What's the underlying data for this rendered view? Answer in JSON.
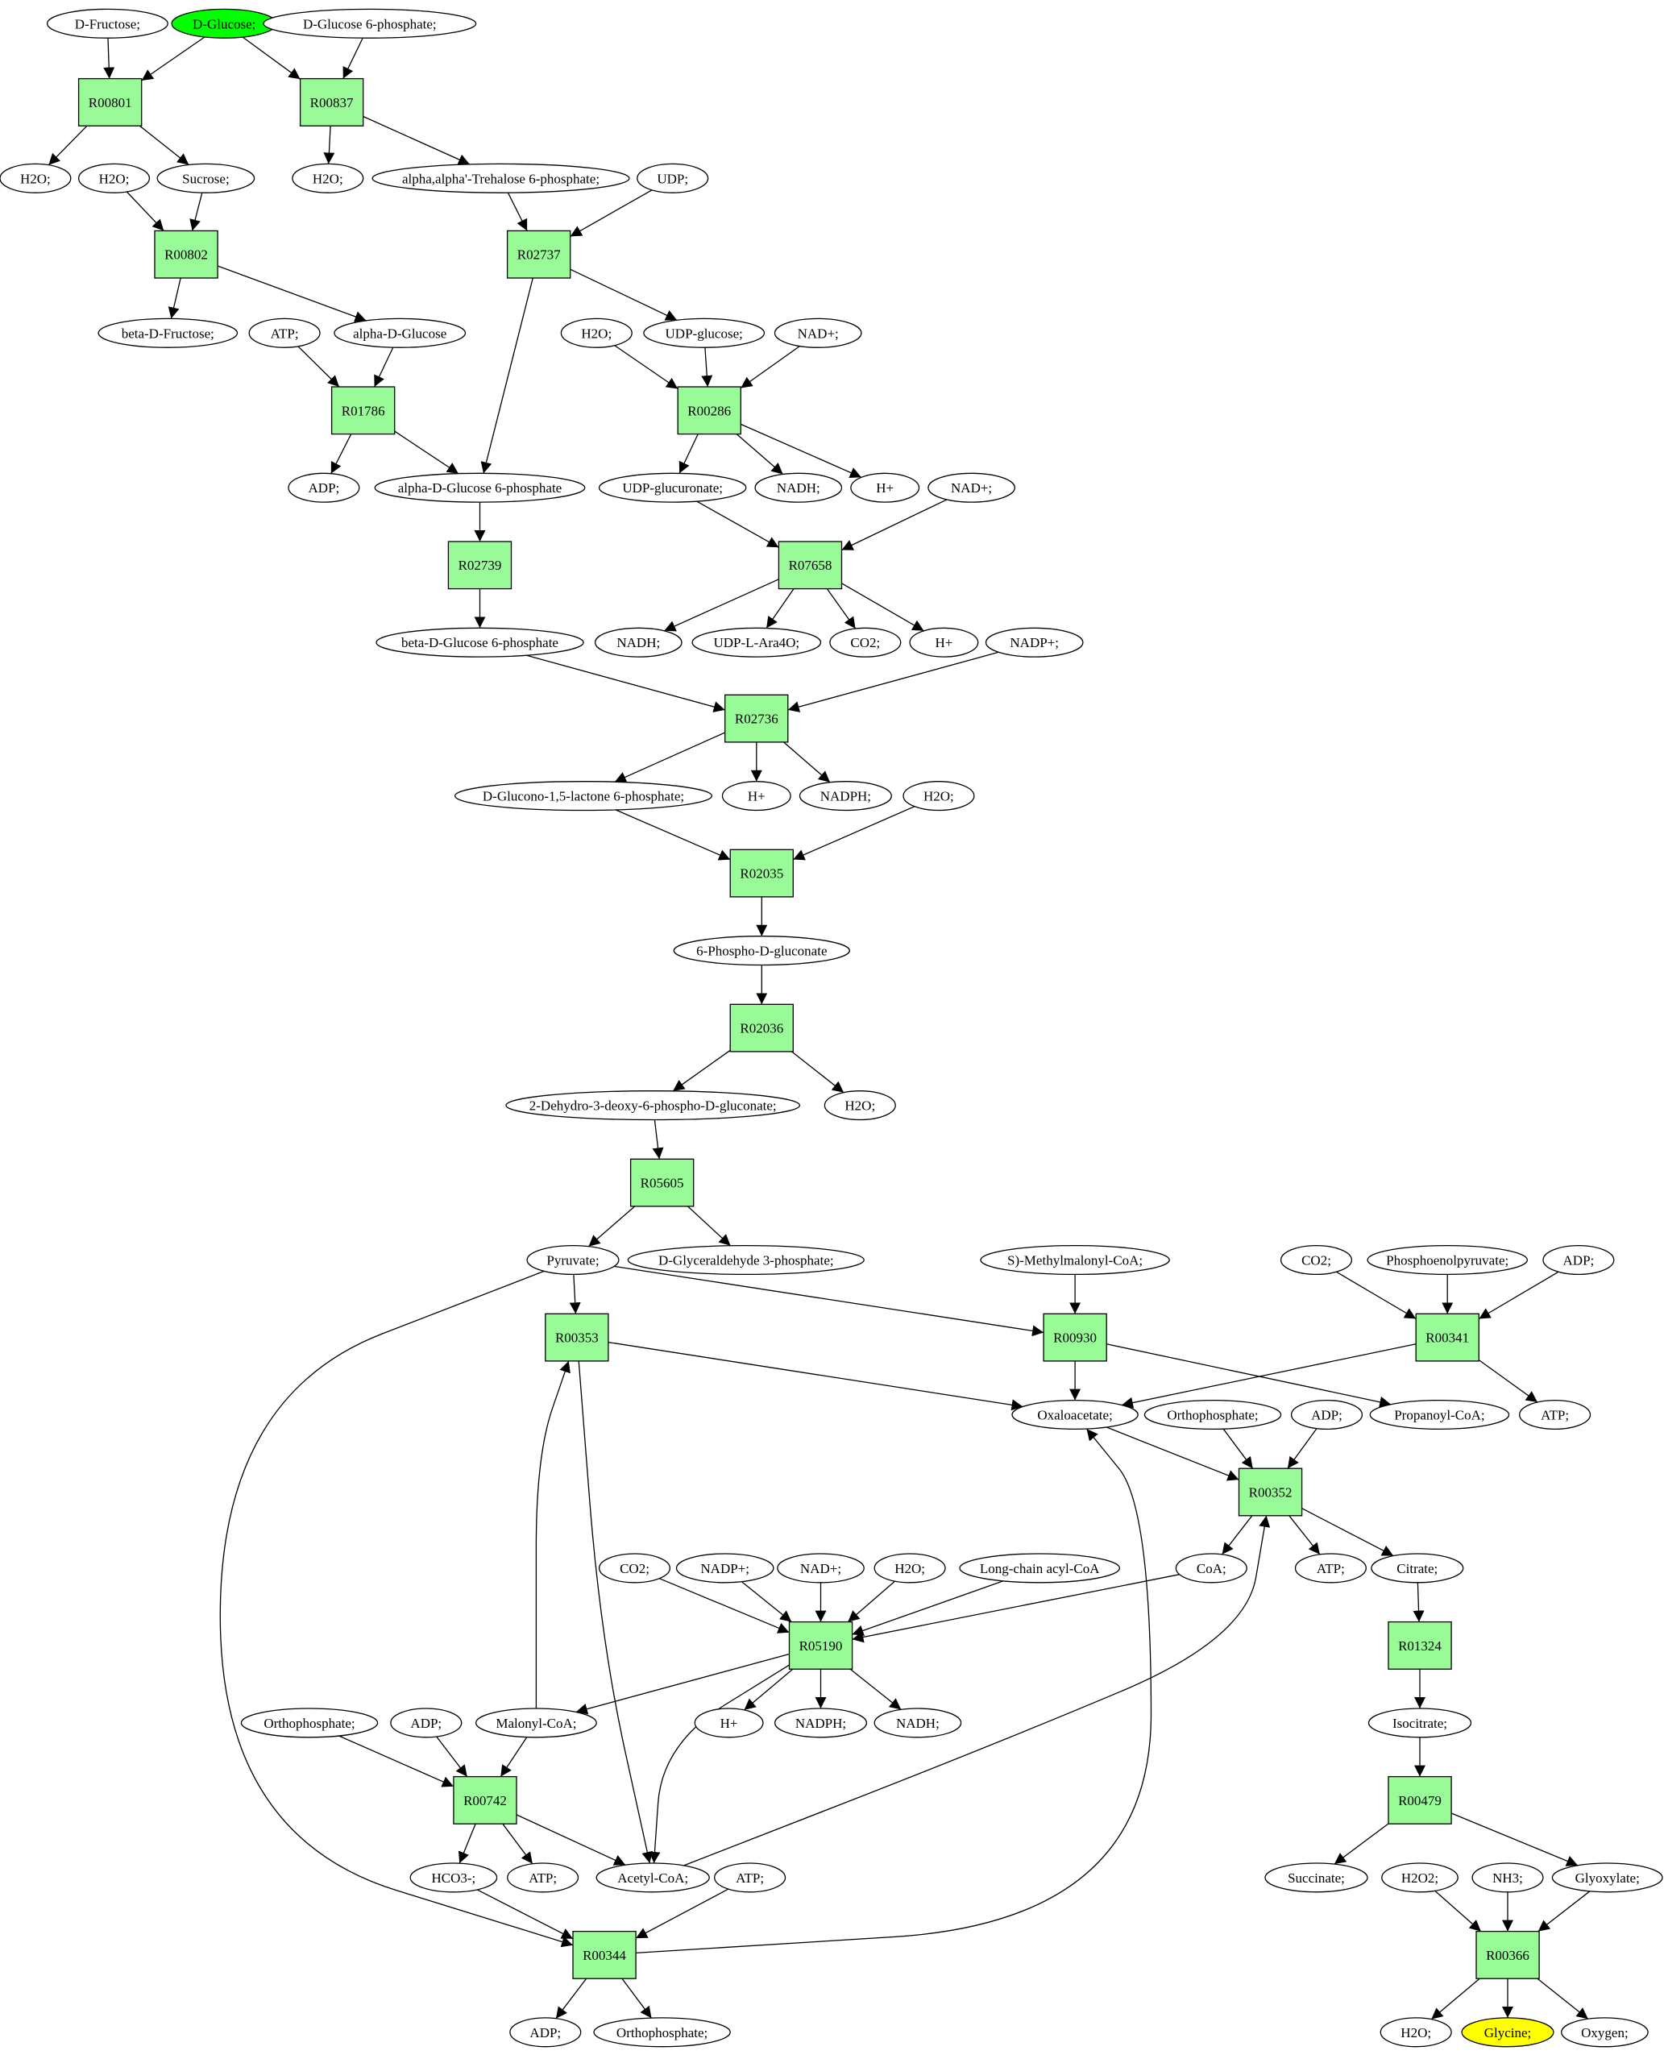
{
  "colors": {
    "reaction_fill": "#98FB98",
    "compound_fill": "#FFFFFF",
    "start_compound_fill": "#00FF00",
    "target_compound_fill": "#FFFF00",
    "stroke": "#000000"
  },
  "nodes": [
    {
      "id": "c_dfructose",
      "label": "D-Fructose;",
      "kind": "compound"
    },
    {
      "id": "c_dglucose",
      "label": "D-Glucose;",
      "kind": "compound",
      "highlight": "start"
    },
    {
      "id": "c_dglc6p_top",
      "label": "D-Glucose 6-phosphate;",
      "kind": "compound"
    },
    {
      "id": "r_R00801",
      "label": "R00801",
      "kind": "reaction"
    },
    {
      "id": "r_R00837",
      "label": "R00837",
      "kind": "reaction"
    },
    {
      "id": "c_h2o_1",
      "label": "H2O;",
      "kind": "compound"
    },
    {
      "id": "c_h2o_2",
      "label": "H2O;",
      "kind": "compound"
    },
    {
      "id": "c_sucrose",
      "label": "Sucrose;",
      "kind": "compound"
    },
    {
      "id": "c_h2o_3",
      "label": "H2O;",
      "kind": "compound"
    },
    {
      "id": "c_trehalose6p",
      "label": "alpha,alpha'-Trehalose 6-phosphate;",
      "kind": "compound"
    },
    {
      "id": "c_udp",
      "label": "UDP;",
      "kind": "compound"
    },
    {
      "id": "r_R00802",
      "label": "R00802",
      "kind": "reaction"
    },
    {
      "id": "r_R02737",
      "label": "R02737",
      "kind": "reaction"
    },
    {
      "id": "c_bdfructose",
      "label": "beta-D-Fructose;",
      "kind": "compound"
    },
    {
      "id": "c_atp_1",
      "label": "ATP;",
      "kind": "compound"
    },
    {
      "id": "c_adglucose",
      "label": "alpha-D-Glucose",
      "kind": "compound"
    },
    {
      "id": "c_h2o_4",
      "label": "H2O;",
      "kind": "compound"
    },
    {
      "id": "c_udpglucose",
      "label": "UDP-glucose;",
      "kind": "compound"
    },
    {
      "id": "c_nad_1",
      "label": "NAD+;",
      "kind": "compound"
    },
    {
      "id": "r_R01786",
      "label": "R01786",
      "kind": "reaction"
    },
    {
      "id": "r_R00286",
      "label": "R00286",
      "kind": "reaction"
    },
    {
      "id": "c_adp_1",
      "label": "ADP;",
      "kind": "compound"
    },
    {
      "id": "c_adg6p",
      "label": "alpha-D-Glucose 6-phosphate",
      "kind": "compound"
    },
    {
      "id": "c_udpglucuronate",
      "label": "UDP-glucuronate;",
      "kind": "compound"
    },
    {
      "id": "c_nadh_1",
      "label": "NADH;",
      "kind": "compound"
    },
    {
      "id": "c_hplus_1",
      "label": "H+",
      "kind": "compound"
    },
    {
      "id": "c_nad_2",
      "label": "NAD+;",
      "kind": "compound"
    },
    {
      "id": "r_R02739",
      "label": "R02739",
      "kind": "reaction"
    },
    {
      "id": "r_R07658",
      "label": "R07658",
      "kind": "reaction"
    },
    {
      "id": "c_bdg6p",
      "label": "beta-D-Glucose 6-phosphate",
      "kind": "compound"
    },
    {
      "id": "c_nadh_2",
      "label": "NADH;",
      "kind": "compound"
    },
    {
      "id": "c_udplara4o",
      "label": "UDP-L-Ara4O;",
      "kind": "compound"
    },
    {
      "id": "c_co2_1",
      "label": "CO2;",
      "kind": "compound"
    },
    {
      "id": "c_hplus_2",
      "label": "H+",
      "kind": "compound"
    },
    {
      "id": "c_nadp_1",
      "label": "NADP+;",
      "kind": "compound"
    },
    {
      "id": "r_R02736",
      "label": "R02736",
      "kind": "reaction"
    },
    {
      "id": "c_dglucono",
      "label": "D-Glucono-1,5-lactone 6-phosphate;",
      "kind": "compound"
    },
    {
      "id": "c_hplus_3",
      "label": "H+",
      "kind": "compound"
    },
    {
      "id": "c_nadph_1",
      "label": "NADPH;",
      "kind": "compound"
    },
    {
      "id": "c_h2o_5",
      "label": "H2O;",
      "kind": "compound"
    },
    {
      "id": "r_R02035",
      "label": "R02035",
      "kind": "reaction"
    },
    {
      "id": "c_6pgluconate",
      "label": "6-Phospho-D-gluconate",
      "kind": "compound"
    },
    {
      "id": "r_R02036",
      "label": "R02036",
      "kind": "reaction"
    },
    {
      "id": "c_kdpg",
      "label": "2-Dehydro-3-deoxy-6-phospho-D-gluconate;",
      "kind": "compound"
    },
    {
      "id": "c_h2o_6",
      "label": "H2O;",
      "kind": "compound"
    },
    {
      "id": "r_R05605",
      "label": "R05605",
      "kind": "reaction"
    },
    {
      "id": "c_pyruvate",
      "label": "Pyruvate;",
      "kind": "compound"
    },
    {
      "id": "c_dga3p",
      "label": "D-Glyceraldehyde 3-phosphate;",
      "kind": "compound"
    },
    {
      "id": "c_smethylmalonyl",
      "label": "S)-Methylmalonyl-CoA;",
      "kind": "compound"
    },
    {
      "id": "c_co2_2",
      "label": "CO2;",
      "kind": "compound"
    },
    {
      "id": "c_pep",
      "label": "Phosphoenolpyruvate;",
      "kind": "compound"
    },
    {
      "id": "c_adp_2",
      "label": "ADP;",
      "kind": "compound"
    },
    {
      "id": "r_R00353",
      "label": "R00353",
      "kind": "reaction"
    },
    {
      "id": "r_R00930",
      "label": "R00930",
      "kind": "reaction"
    },
    {
      "id": "r_R00341",
      "label": "R00341",
      "kind": "reaction"
    },
    {
      "id": "c_oxaloacetate",
      "label": "Oxaloacetate;",
      "kind": "compound"
    },
    {
      "id": "c_orthophosphate_1",
      "label": "Orthophosphate;",
      "kind": "compound"
    },
    {
      "id": "c_adp_3",
      "label": "ADP;",
      "kind": "compound"
    },
    {
      "id": "c_propanoylcoa",
      "label": "Propanoyl-CoA;",
      "kind": "compound"
    },
    {
      "id": "c_atp_2",
      "label": "ATP;",
      "kind": "compound"
    },
    {
      "id": "r_R00352",
      "label": "R00352",
      "kind": "reaction"
    },
    {
      "id": "c_co2_3",
      "label": "CO2;",
      "kind": "compound"
    },
    {
      "id": "c_nadp_2",
      "label": "NADP+;",
      "kind": "compound"
    },
    {
      "id": "c_nad_3",
      "label": "NAD+;",
      "kind": "compound"
    },
    {
      "id": "c_h2o_7",
      "label": "H2O;",
      "kind": "compound"
    },
    {
      "id": "c_longchain",
      "label": "Long-chain acyl-CoA",
      "kind": "compound"
    },
    {
      "id": "c_coa",
      "label": "CoA;",
      "kind": "compound"
    },
    {
      "id": "c_atp_3",
      "label": "ATP;",
      "kind": "compound"
    },
    {
      "id": "c_citrate",
      "label": "Citrate;",
      "kind": "compound"
    },
    {
      "id": "r_R05190",
      "label": "R05190",
      "kind": "reaction"
    },
    {
      "id": "r_R01324",
      "label": "R01324",
      "kind": "reaction"
    },
    {
      "id": "c_orthophosphate_2",
      "label": "Orthophosphate;",
      "kind": "compound"
    },
    {
      "id": "c_adp_4",
      "label": "ADP;",
      "kind": "compound"
    },
    {
      "id": "c_malonylcoa",
      "label": "Malonyl-CoA;",
      "kind": "compound"
    },
    {
      "id": "c_hplus_4",
      "label": "H+",
      "kind": "compound"
    },
    {
      "id": "c_nadph_2",
      "label": "NADPH;",
      "kind": "compound"
    },
    {
      "id": "c_nadh_3",
      "label": "NADH;",
      "kind": "compound"
    },
    {
      "id": "c_isocitrate",
      "label": "Isocitrate;",
      "kind": "compound"
    },
    {
      "id": "r_R00742",
      "label": "R00742",
      "kind": "reaction"
    },
    {
      "id": "r_R00479",
      "label": "R00479",
      "kind": "reaction"
    },
    {
      "id": "c_hco3",
      "label": "HCO3-;",
      "kind": "compound"
    },
    {
      "id": "c_atp_4",
      "label": "ATP;",
      "kind": "compound"
    },
    {
      "id": "c_acetylcoa",
      "label": "Acetyl-CoA;",
      "kind": "compound"
    },
    {
      "id": "c_atp_5",
      "label": "ATP;",
      "kind": "compound"
    },
    {
      "id": "c_succinate",
      "label": "Succinate;",
      "kind": "compound"
    },
    {
      "id": "c_h2o2",
      "label": "H2O2;",
      "kind": "compound"
    },
    {
      "id": "c_nh3",
      "label": "NH3;",
      "kind": "compound"
    },
    {
      "id": "c_glyoxylate",
      "label": "Glyoxylate;",
      "kind": "compound"
    },
    {
      "id": "r_R00344",
      "label": "R00344",
      "kind": "reaction"
    },
    {
      "id": "r_R00366",
      "label": "R00366",
      "kind": "reaction"
    },
    {
      "id": "c_adp_5",
      "label": "ADP;",
      "kind": "compound"
    },
    {
      "id": "c_orthophosphate_3",
      "label": "Orthophosphate;",
      "kind": "compound"
    },
    {
      "id": "c_h2o_8",
      "label": "H2O;",
      "kind": "compound"
    },
    {
      "id": "c_glycine",
      "label": "Glycine;",
      "kind": "compound",
      "highlight": "target"
    },
    {
      "id": "c_oxygen",
      "label": "Oxygen;",
      "kind": "compound"
    }
  ],
  "edges": [
    [
      "c_dfructose",
      "r_R00801"
    ],
    [
      "c_dglucose",
      "r_R00801"
    ],
    [
      "c_dglucose",
      "r_R00837"
    ],
    [
      "c_dglc6p_top",
      "r_R00837"
    ],
    [
      "r_R00801",
      "c_h2o_1"
    ],
    [
      "r_R00801",
      "c_sucrose"
    ],
    [
      "r_R00837",
      "c_h2o_3"
    ],
    [
      "r_R00837",
      "c_trehalose6p"
    ],
    [
      "c_h2o_2",
      "r_R00802"
    ],
    [
      "c_sucrose",
      "r_R00802"
    ],
    [
      "c_trehalose6p",
      "r_R02737"
    ],
    [
      "c_udp",
      "r_R02737"
    ],
    [
      "r_R00802",
      "c_bdfructose"
    ],
    [
      "r_R00802",
      "c_adglucose"
    ],
    [
      "r_R02737",
      "c_udpglucose"
    ],
    [
      "r_R02737",
      "c_adg6p"
    ],
    [
      "c_atp_1",
      "r_R01786"
    ],
    [
      "c_adglucose",
      "r_R01786"
    ],
    [
      "c_h2o_4",
      "r_R00286"
    ],
    [
      "c_udpglucose",
      "r_R00286"
    ],
    [
      "c_nad_1",
      "r_R00286"
    ],
    [
      "r_R01786",
      "c_adp_1"
    ],
    [
      "r_R01786",
      "c_adg6p"
    ],
    [
      "r_R00286",
      "c_udpglucuronate"
    ],
    [
      "r_R00286",
      "c_nadh_1"
    ],
    [
      "r_R00286",
      "c_hplus_1"
    ],
    [
      "c_adg6p",
      "r_R02739"
    ],
    [
      "c_udpglucuronate",
      "r_R07658"
    ],
    [
      "c_nad_2",
      "r_R07658"
    ],
    [
      "r_R02739",
      "c_bdg6p"
    ],
    [
      "r_R07658",
      "c_nadh_2"
    ],
    [
      "r_R07658",
      "c_udplara4o"
    ],
    [
      "r_R07658",
      "c_co2_1"
    ],
    [
      "r_R07658",
      "c_hplus_2"
    ],
    [
      "c_bdg6p",
      "r_R02736"
    ],
    [
      "c_nadp_1",
      "r_R02736"
    ],
    [
      "r_R02736",
      "c_dglucono"
    ],
    [
      "r_R02736",
      "c_hplus_3"
    ],
    [
      "r_R02736",
      "c_nadph_1"
    ],
    [
      "c_dglucono",
      "r_R02035"
    ],
    [
      "c_h2o_5",
      "r_R02035"
    ],
    [
      "r_R02035",
      "c_6pgluconate"
    ],
    [
      "c_6pgluconate",
      "r_R02036"
    ],
    [
      "r_R02036",
      "c_kdpg"
    ],
    [
      "r_R02036",
      "c_h2o_6"
    ],
    [
      "c_kdpg",
      "r_R05605"
    ],
    [
      "r_R05605",
      "c_pyruvate"
    ],
    [
      "r_R05605",
      "c_dga3p"
    ],
    [
      "c_pyruvate",
      "r_R00353"
    ],
    [
      "c_pyruvate",
      "r_R00930"
    ],
    [
      "c_smethylmalonyl",
      "r_R00930"
    ],
    [
      "c_co2_2",
      "r_R00341"
    ],
    [
      "c_pep",
      "r_R00341"
    ],
    [
      "c_adp_2",
      "r_R00341"
    ],
    [
      "r_R00353",
      "c_oxaloacetate"
    ],
    [
      "r_R00353",
      "c_acetylcoa"
    ],
    [
      "r_R00930",
      "c_oxaloacetate"
    ],
    [
      "r_R00930",
      "c_propanoylcoa"
    ],
    [
      "r_R00341",
      "c_oxaloacetate"
    ],
    [
      "r_R00341",
      "c_atp_2"
    ],
    [
      "c_oxaloacetate",
      "r_R00352"
    ],
    [
      "c_orthophosphate_1",
      "r_R00352"
    ],
    [
      "c_adp_3",
      "r_R00352"
    ],
    [
      "r_R00352",
      "c_coa"
    ],
    [
      "r_R00352",
      "c_atp_3"
    ],
    [
      "r_R00352",
      "c_citrate"
    ],
    [
      "c_co2_3",
      "r_R05190"
    ],
    [
      "c_nadp_2",
      "r_R05190"
    ],
    [
      "c_nad_3",
      "r_R05190"
    ],
    [
      "c_h2o_7",
      "r_R05190"
    ],
    [
      "c_longchain",
      "r_R05190"
    ],
    [
      "c_coa",
      "r_R05190"
    ],
    [
      "r_R05190",
      "c_malonylcoa"
    ],
    [
      "r_R05190",
      "c_hplus_4"
    ],
    [
      "r_R05190",
      "c_nadph_2"
    ],
    [
      "r_R05190",
      "c_nadh_3"
    ],
    [
      "r_R05190",
      "c_acetylcoa"
    ],
    [
      "c_citrate",
      "r_R01324"
    ],
    [
      "r_R01324",
      "c_isocitrate"
    ],
    [
      "c_malonylcoa",
      "r_R00353"
    ],
    [
      "c_orthophosphate_2",
      "r_R00742"
    ],
    [
      "c_adp_4",
      "r_R00742"
    ],
    [
      "c_malonylcoa",
      "r_R00742"
    ],
    [
      "r_R00742",
      "c_hco3"
    ],
    [
      "r_R00742",
      "c_atp_4"
    ],
    [
      "r_R00742",
      "c_acetylcoa"
    ],
    [
      "c_acetylcoa",
      "r_R00352"
    ],
    [
      "c_isocitrate",
      "r_R00479"
    ],
    [
      "r_R00479",
      "c_succinate"
    ],
    [
      "r_R00479",
      "c_glyoxylate"
    ],
    [
      "c_pyruvate",
      "r_R00344"
    ],
    [
      "c_hco3",
      "r_R00344"
    ],
    [
      "c_atp_5",
      "r_R00344"
    ],
    [
      "r_R00344",
      "c_oxaloacetate"
    ],
    [
      "r_R00344",
      "c_adp_5"
    ],
    [
      "r_R00344",
      "c_orthophosphate_3"
    ],
    [
      "c_h2o2",
      "r_R00366"
    ],
    [
      "c_nh3",
      "r_R00366"
    ],
    [
      "c_glyoxylate",
      "r_R00366"
    ],
    [
      "r_R00366",
      "c_h2o_8"
    ],
    [
      "r_R00366",
      "c_glycine"
    ],
    [
      "r_R00366",
      "c_oxygen"
    ]
  ]
}
